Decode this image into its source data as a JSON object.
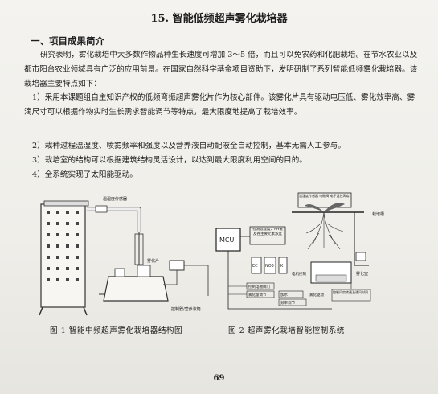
{
  "title": "15. 智能低频超声雾化栽培器",
  "section_heading": "一、项目成果简介",
  "paragraphs": [
    "研究表明，雾化栽培中大多数作物品种生长速度可增加 3～5 倍，而且可以免农药和化肥栽培。在节水农业以及都市阳台农业领域具有广泛的应用前景。在国家自然科学基金项目资助下，发明研制了系列智能低频雾化栽培器。该栽培器主要特点如下：",
    "1）采用本课题组自主知识产权的低频弯振超声雾化片作为核心部件。该雾化片具有驱动电压低、雾化效率高、雾滴尺寸可以根据作物实时生长需求智能调节等特点，最大限度地提高了栽培效率。",
    "2）栽种过程温湿度、喷雾频率和强度以及营养液自动配液全自动控制，基本无需人工参与。",
    "3）栽培室的结构可以根据建筑结构灵活设计，以达到最大限度利用空间的目的。",
    "4）全系统实现了太阳能驱动。"
  ],
  "figure1": {
    "caption": "图 1  智能中频超声雾化栽培器结构图",
    "labels": {
      "top_right": "温湿度传感器",
      "mid": "雾化片",
      "bottom": "控制器/营养液箱"
    }
  },
  "figure2": {
    "caption": "图 2   超声雾化栽培智能控制系统",
    "labels": {
      "mcu": "MCU",
      "sensors": "检测温湿度、PH值及各主要元素浓度",
      "ec": "EC",
      "no3": "NO3",
      "k": "K",
      "motor": "电机控制",
      "ctrl_valve": "控制电磁阀门",
      "atom_freq": "雾化量调节",
      "water": "加水",
      "atom_board": "雾化驱动",
      "freq_adj": "频率调节",
      "cultivator": "栽培槽",
      "atom_room": "雾化室",
      "fan": "控制风扇转速及通风时间",
      "top_box": "温湿度传感器 电磁阀 电子温控风扇"
    }
  },
  "page_number": "69"
}
